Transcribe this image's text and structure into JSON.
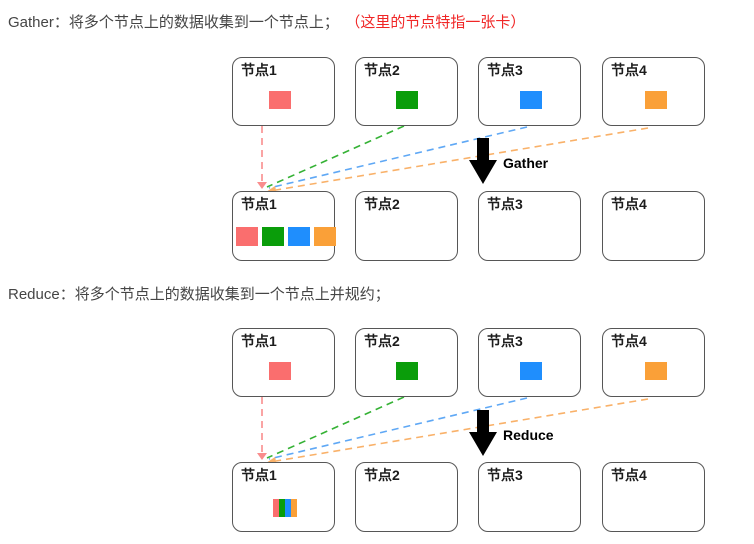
{
  "colors": {
    "text": "#454545",
    "note_red": "#f02626",
    "node_border": "#565656",
    "block_red": "#fa6e6e",
    "block_green": "#0a9d0a",
    "block_blue": "#1f8efd",
    "block_orange": "#faa038",
    "line_red": "#f98d8d",
    "line_green": "#35b235",
    "line_blue": "#5fa8f5",
    "line_orange": "#f9b169",
    "arrow_black": "#000000"
  },
  "sections": [
    {
      "id": "gather",
      "title": "Gather：将多个节点上的数据收集到一个节点上；",
      "note": "（这里的节点特指一张卡）",
      "arrow_label": "Gather",
      "top_nodes": [
        {
          "label": "节点1",
          "block": "red"
        },
        {
          "label": "节点2",
          "block": "green"
        },
        {
          "label": "节点3",
          "block": "blue"
        },
        {
          "label": "节点4",
          "block": "orange"
        }
      ],
      "bottom_nodes": [
        {
          "label": "节点1",
          "blocks": [
            "red",
            "green",
            "blue",
            "orange"
          ]
        },
        {
          "label": "节点2",
          "blocks": []
        },
        {
          "label": "节点3",
          "blocks": []
        },
        {
          "label": "节点4",
          "blocks": []
        }
      ]
    },
    {
      "id": "reduce",
      "title": "Reduce：将多个节点上的数据收集到一个节点上并规约；",
      "arrow_label": "Reduce",
      "top_nodes": [
        {
          "label": "节点1",
          "block": "red"
        },
        {
          "label": "节点2",
          "block": "green"
        },
        {
          "label": "节点3",
          "block": "blue"
        },
        {
          "label": "节点4",
          "block": "orange"
        }
      ],
      "bottom_nodes": [
        {
          "label": "节点1",
          "reduced_block_stripes": [
            "red",
            "green",
            "blue",
            "orange"
          ]
        },
        {
          "label": "节点2"
        },
        {
          "label": "节点3"
        },
        {
          "label": "节点4"
        }
      ]
    }
  ]
}
